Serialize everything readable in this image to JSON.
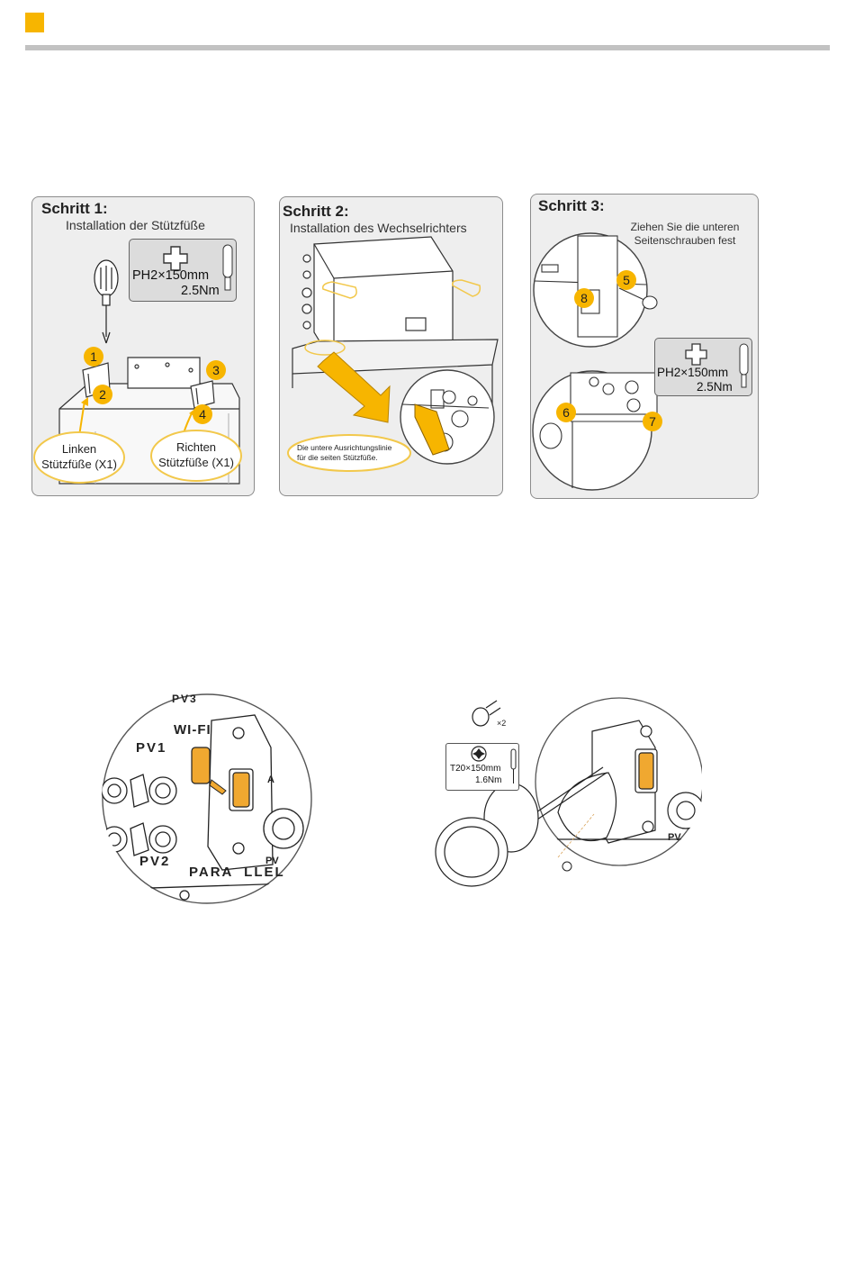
{
  "header": {
    "accent_color": "#f7b500",
    "rule_color": "#c2c2c2"
  },
  "step1": {
    "title": "Schritt 1:",
    "subtitle": "Installation der Stützfüße",
    "tool_spec_line1": "PH2×150mm",
    "tool_spec_line2": "2.5Nm",
    "badges": [
      "1",
      "2",
      "3",
      "4"
    ],
    "left_label_line1": "Linken",
    "left_label_line2": "Stützfüße (X1)",
    "right_label_line1": "Richten",
    "right_label_line2": "Stützfüße (X1)"
  },
  "step2": {
    "title": "Schritt 2:",
    "subtitle": "Installation des Wechselrichters",
    "note_line1": "Die untere Ausrichtungslinie",
    "note_line2": "für die seiten Stützfüße."
  },
  "step3": {
    "title": "Schritt 3:",
    "note_line1": "Ziehen Sie die unteren",
    "note_line2": "Seitenschrauben fest",
    "tool_spec_line1": "PH2×150mm",
    "tool_spec_line2": "2.5Nm",
    "badges": [
      "5",
      "6",
      "7",
      "8"
    ]
  },
  "port_detail": {
    "label_pv1": "PV1",
    "label_pv2": "PV2",
    "label_wifi": "WI-FI",
    "label_parallel": "PARA  LLEL",
    "label_pv3": "PV3",
    "label_pv_side": "PV",
    "label_ac": "A"
  },
  "cover_detail": {
    "screw_qty": "×2",
    "tool_spec_line1": "T20×150mm",
    "tool_spec_line2": "1.6Nm",
    "label_pv": "PV"
  }
}
